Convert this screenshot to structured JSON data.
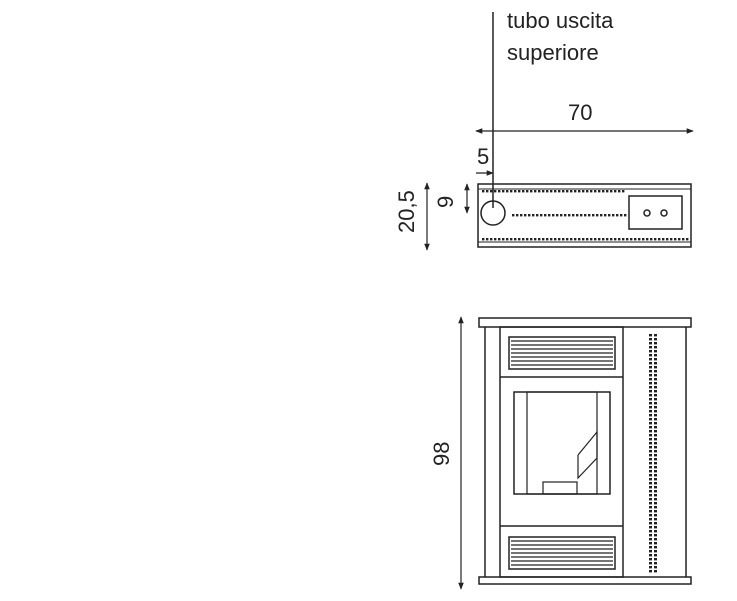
{
  "labels": {
    "outlet_line1": "tubo uscita",
    "outlet_line2": "superiore",
    "width": "70",
    "outlet_offset_x": "5",
    "depth": "20,5",
    "outlet_offset_y": "9",
    "height": "98"
  },
  "colors": {
    "stroke": "#222222",
    "background": "#ffffff"
  }
}
